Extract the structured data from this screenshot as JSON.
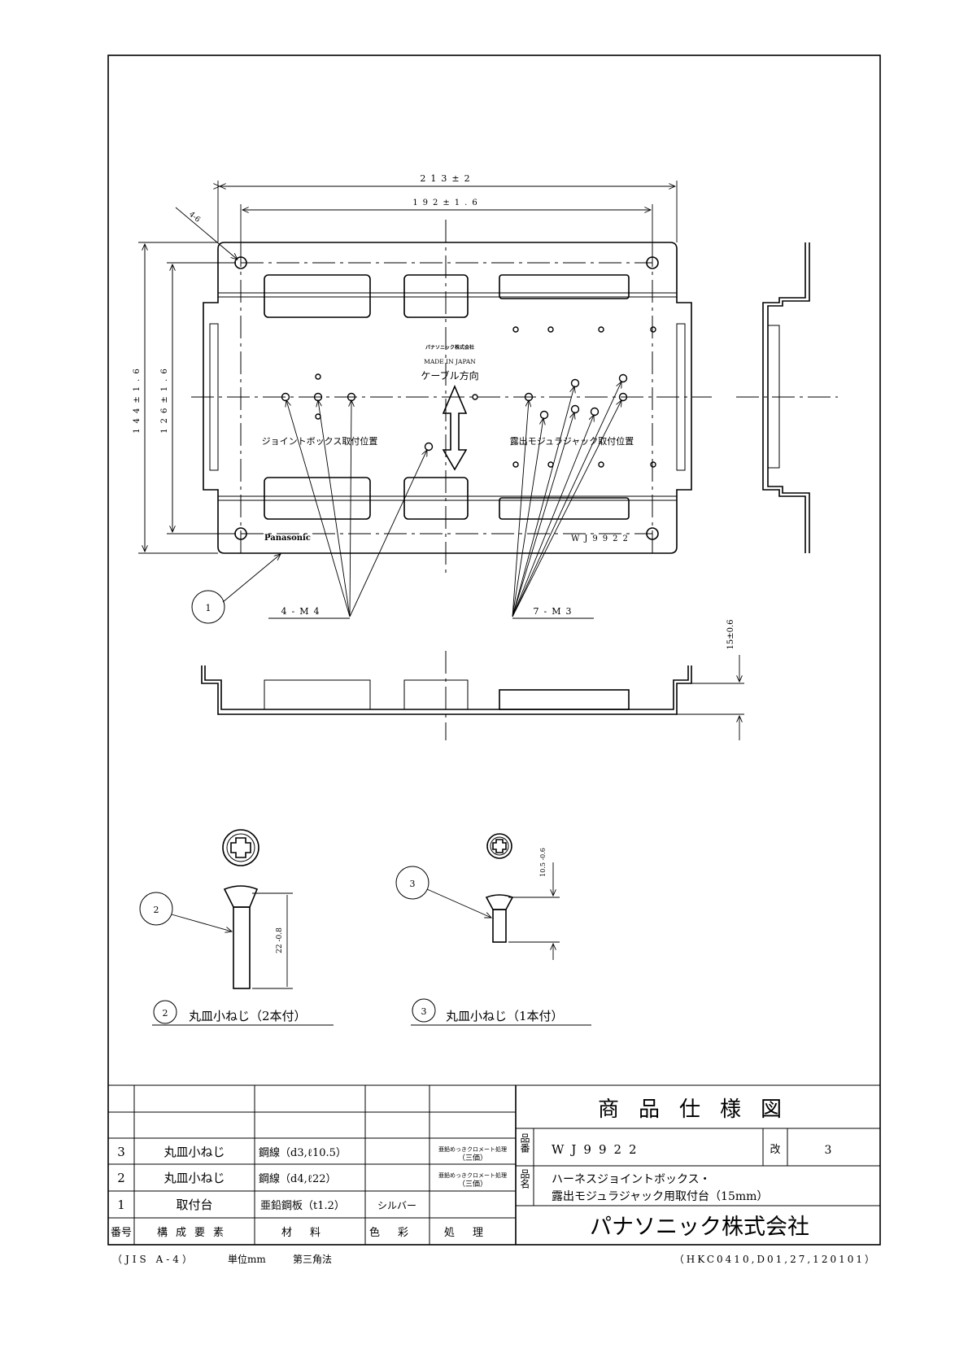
{
  "drawing": {
    "dims": {
      "overall_width": "213±2",
      "hole_pitch_width": "192±1.6",
      "overall_height": "144±1.6",
      "hole_pitch_height": "126±1.6",
      "height_depth": "15±0.6",
      "hole_count": "4-6",
      "screw2_length": "22 -0.8",
      "screw3_length": "10.5 -0.6"
    },
    "plate_labels": {
      "maker_small": "パナソニック株式会社",
      "made_in": "MADE IN JAPAN",
      "cable_dir": "ケーブル方向",
      "jb_position": "ジョイントボックス取付位置",
      "mj_position": "露出モジュラジャック取付位置",
      "brand": "Panasonic",
      "model_stamp": "WJ9922"
    },
    "callouts": {
      "m4": "4-M4",
      "m3": "7-M3",
      "balloon1": "1",
      "balloon2": "2",
      "balloon3": "3"
    },
    "screw_captions": [
      {
        "no": "2",
        "text": "丸皿小ねじ（2本付）"
      },
      {
        "no": "3",
        "text": "丸皿小ねじ（1本付）"
      }
    ]
  },
  "parts_table": {
    "headers": [
      "番号",
      "構成要素",
      "材料",
      "色彩",
      "処理"
    ],
    "rows": [
      {
        "no": "3",
        "name": "丸皿小ねじ",
        "material": "鋼線（d3,ℓ10.5）",
        "color": "",
        "finish": "亜鉛めっきクロメート処理",
        "finish2": "（三価）"
      },
      {
        "no": "2",
        "name": "丸皿小ねじ",
        "material": "鋼線（d4,ℓ22）",
        "color": "",
        "finish": "亜鉛めっきクロメート処理",
        "finish2": "（三価）"
      },
      {
        "no": "1",
        "name": "取付台",
        "material": "亜鉛鋼板（t1.2）",
        "color": "シルバー",
        "finish": "",
        "finish2": ""
      }
    ]
  },
  "title_block": {
    "title": "商品仕様図",
    "part_no_label": "品番",
    "part_no": "WJ9922",
    "rev_label": "改",
    "rev": "3",
    "name_label": "品名",
    "name_line1": "ハーネスジョイントボックス・",
    "name_line2": "露出モジュラジャック用取付台（15mm）",
    "company": "パナソニック株式会社"
  },
  "footer": {
    "paper": "（JIS A-4）",
    "unit": "単位mm",
    "projection": "第三角法",
    "doc_code": "（HKC0410,D01,27,120101）"
  }
}
